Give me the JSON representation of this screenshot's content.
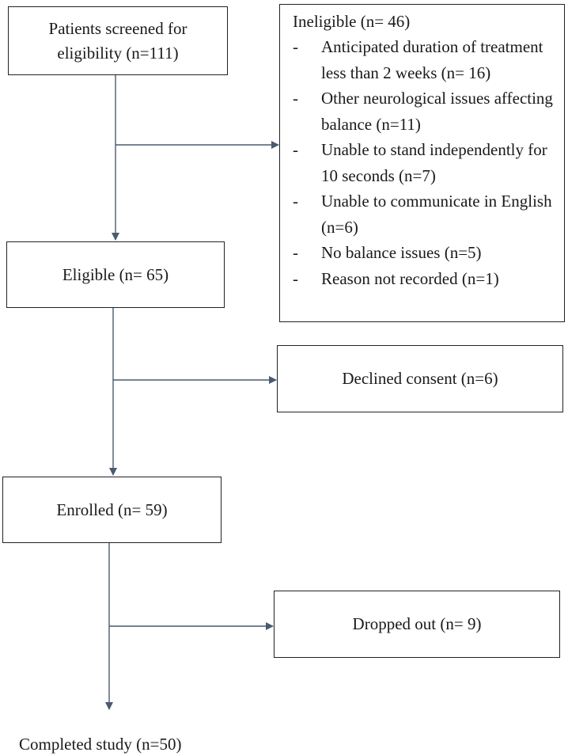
{
  "boxes": {
    "screened": {
      "line1": "Patients screened for",
      "line2": "eligibility (n=111)"
    },
    "eligible": {
      "label": "Eligible (n= 65)"
    },
    "enrolled": {
      "label": "Enrolled (n= 59)"
    },
    "completed": {
      "label": "Completed study (n=50)"
    },
    "ineligible": {
      "title": "Ineligible (n= 46)",
      "reasons": [
        "Anticipated duration of treatment less than 2 weeks (n= 16)",
        "Other neurological issues affecting balance (n=11)",
        "Unable to stand independently for 10 seconds (n=7)",
        "Unable to communicate in English (n=6)",
        "No balance issues (n=5)",
        "Reason not recorded (n=1)"
      ]
    },
    "declined": {
      "label": "Declined consent (n=6)"
    },
    "dropped": {
      "label": "Dropped out (n= 9)"
    }
  },
  "colors": {
    "arrow": "#4a5a70",
    "border": "#222222"
  }
}
